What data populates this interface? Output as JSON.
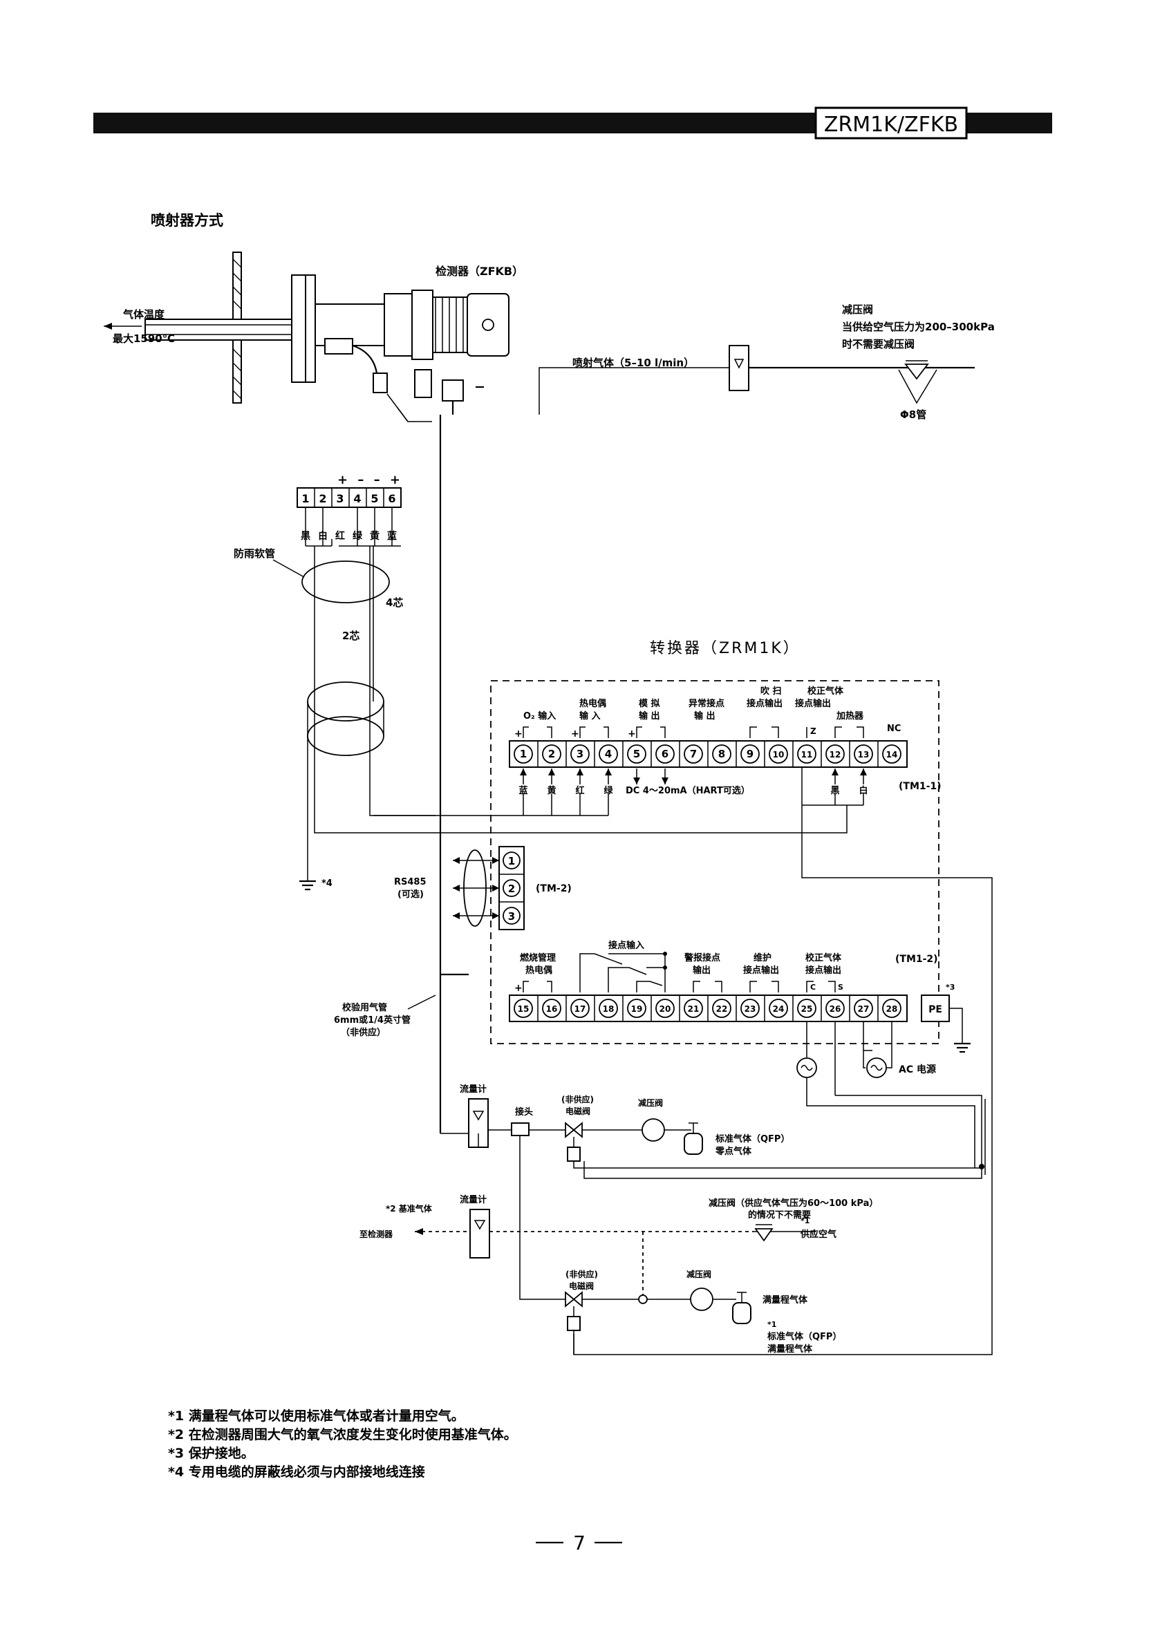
{
  "header": {
    "model": "ZRM1K/ZFKB"
  },
  "section_title": "喷射器方式",
  "detector": {
    "label": "检测器（ZFKB）",
    "gas_temp_line1": "气体温度",
    "gas_temp_line2": "最大1590℃",
    "injection_gas": "喷射气体（5–10 l/min）",
    "reducer_line1": "减压阀",
    "reducer_line2": "当供给空气压力为200–300kPa",
    "reducer_line3": "时不需要减压阀",
    "pipe": "Φ8管"
  },
  "cable": {
    "terminals": [
      "1",
      "2",
      "3",
      "4",
      "5",
      "6"
    ],
    "polarity": "+ – – +",
    "colors": [
      "黑",
      "白",
      "红",
      "绿",
      "黄",
      "蓝"
    ],
    "rain_hose": "防雨软管",
    "core4": "4芯",
    "core2": "2芯",
    "ground_note": "*4"
  },
  "converter": {
    "title": "转换器（ZRM1K）",
    "tm11": "(TM1-1)",
    "tm2": "(TM-2)",
    "tm12": "(TM1-2)",
    "top_groups": [
      "O₂ 输入",
      "热电偶",
      "输 入",
      "模 拟",
      "输 出",
      "异常接点",
      "输 出",
      "吹 扫",
      "接点输出",
      "校正气体",
      "接点输出",
      "加热器",
      "NC"
    ],
    "top_terminals": [
      "1",
      "2",
      "3",
      "4",
      "5",
      "6",
      "7",
      "8",
      "9",
      "10",
      "11",
      "12",
      "13",
      "14"
    ],
    "top_colors": [
      "蓝",
      "黄",
      "红",
      "绿"
    ],
    "dc_label": "DC 4～20mA（HART可选）",
    "heater_colors": [
      "黑",
      "白"
    ],
    "rs485_line1": "RS485",
    "rs485_line2": "(可选)",
    "tm2_terminals": [
      "1",
      "2",
      "3"
    ],
    "bottom_groups": [
      "燃烧管理",
      "热电偶",
      "接点输入",
      "警报接点",
      "输出",
      "维护",
      "接点输出",
      "校正气体",
      "接点输出"
    ],
    "bottom_terminals": [
      "15",
      "16",
      "17",
      "18",
      "19",
      "20",
      "21",
      "22",
      "23",
      "24",
      "25",
      "26",
      "27",
      "28"
    ],
    "pe": "PE",
    "pe_note": "*3",
    "ac_power": "AC 电源",
    "cs": [
      "C",
      "S"
    ],
    "z": "Z"
  },
  "gas_system": {
    "calib_pipe_line1": "校验用气管",
    "calib_pipe_line2": "6mm或1/4英寸管",
    "calib_pipe_line3": "（非供应）",
    "flowmeter": "流量计",
    "joint": "接头",
    "solenoid_line1": "(非供应)",
    "solenoid_line2": "电磁阀",
    "reducer": "减压阀",
    "std_gas_line1": "标准气体（QFP）",
    "std_gas_line2": "零点气体",
    "ref_gas": "*2 基准气体",
    "to_detector": "至检测器",
    "flowmeter2": "流量计",
    "reducer2_line1": "减压阀（供应气体气压为60～100 kPa）",
    "reducer2_line2": "的情况下不需要",
    "supply_air_note": "*1",
    "supply_air": "供应空气",
    "solenoid2_line1": "(非供应)",
    "solenoid2_line2": "电磁阀",
    "reducer3": "减压阀",
    "span_gas": "满量程气体",
    "std_gas2_note": "*1",
    "std_gas2_line1": "标准气体（QFP）",
    "std_gas2_line2": "满量程气体"
  },
  "notes": [
    "*1 满量程气体可以使用标准气体或者计量用空气。",
    "*2 在检测器周围大气的氧气浓度发生变化时使用基准气体。",
    "*3 保护接地。",
    "*4 专用电缆的屏蔽线必须与内部接地线连接"
  ],
  "page_number": "7"
}
